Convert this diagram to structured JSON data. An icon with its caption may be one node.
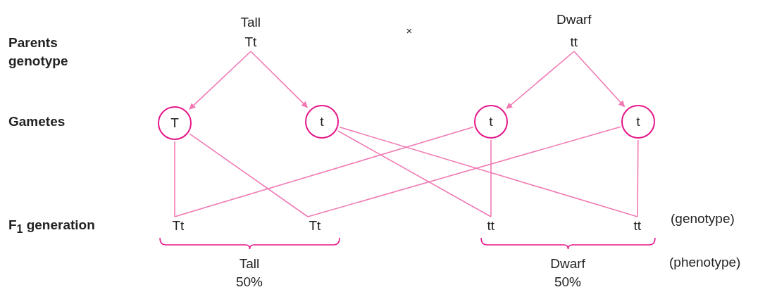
{
  "diagram": {
    "nodes": [
      {
        "text": [
          "Tt"
        ],
        "beside": [
          "Tall"
        ]
      },
      {
        "text": [
          "tt"
        ],
        "beside": [
          "Dwarf"
        ]
      },
      {
        "text": [
          "T"
        ]
      },
      {
        "text": [
          "t"
        ]
      },
      {
        "text": [
          "t"
        ]
      },
      {
        "text": [
          "t"
        ]
      },
      {
        "text": [
          "Tt"
        ]
      },
      {
        "text": [
          "Tt"
        ]
      },
      {
        "text": [
          "tt"
        ]
      },
      {
        "text": [
          "tt"
        ]
      }
    ],
    "edges": [
      {
        "from": 0,
        "to": 2,
        "arrow": "to"
      },
      {
        "from": 0,
        "to": 3,
        "arrow": "to"
      },
      {
        "from": 1,
        "to": 4,
        "arrow": "to"
      },
      {
        "from": 1,
        "to": 5,
        "arrow": "to"
      },
      {
        "from": 2,
        "to": 6,
        "arrow": "none"
      },
      {
        "from": 2,
        "to": 7,
        "arrow": "none"
      },
      {
        "from": 3,
        "to": 8,
        "arrow": "none"
      },
      {
        "from": 3,
        "to": 9,
        "arrow": "none"
      },
      {
        "from": 4,
        "to": 6,
        "arrow": "none"
      },
      {
        "from": 4,
        "to": 8,
        "arrow": "none"
      },
      {
        "from": 5,
        "to": 7,
        "arrow": "none"
      },
      {
        "from": 5,
        "to": 9,
        "arrow": "none"
      }
    ],
    "labels": [
      "×",
      "Parents genotype",
      "Gametes",
      "F$_{1}$ generation",
      "(genotype)",
      "(phenotype)",
      "Tall 50%",
      "Dwarf 50%"
    ]
  }
}
